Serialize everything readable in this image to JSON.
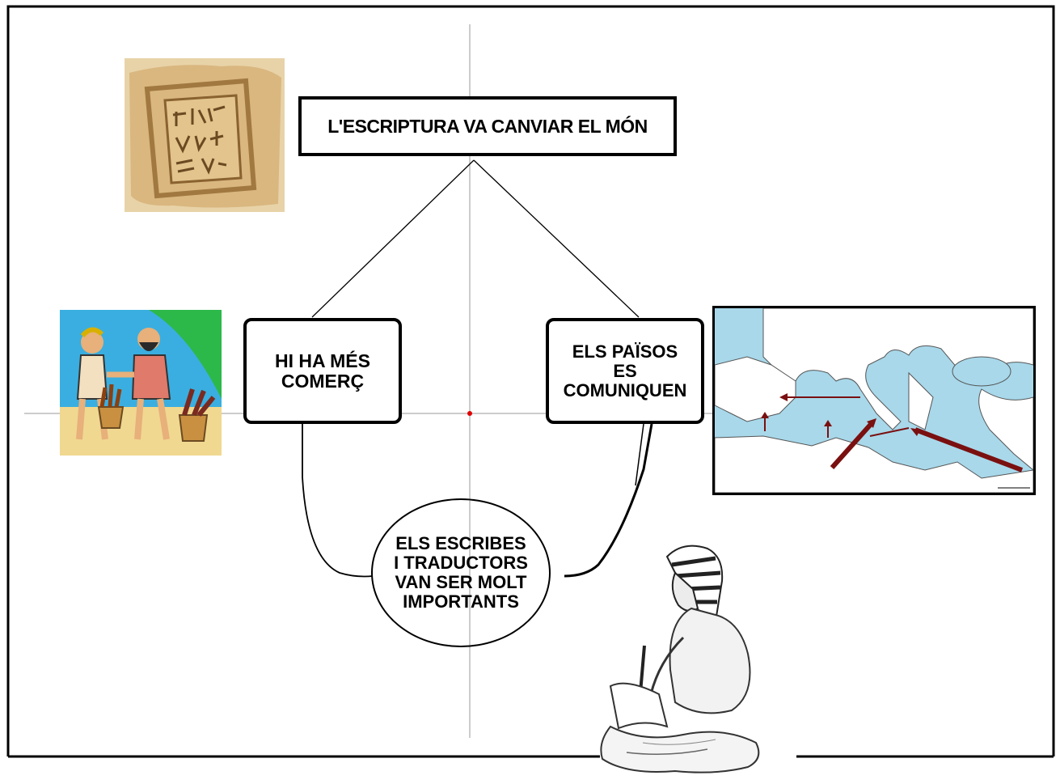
{
  "diagram": {
    "title": "L'ESCRIPTURA VA CANVIAR EL MÓN",
    "nodes": {
      "commerce": "HI HA MÉS\nCOMERÇ",
      "countries": "ELS PAÏSOS\nES\nCOMUNIQUEN",
      "scribes": "ELS ESCRIBES\nI TRADUCTORS\nVAN SER MOLT\nIMPORTANTS"
    }
  },
  "images": {
    "tablet": "clay-tablet-icon",
    "merchants": "merchants-trading-icon",
    "map": "mediterranean-map-icon",
    "scribe": "egyptian-scribe-icon"
  },
  "colors": {
    "sea": "#a8d8ea",
    "arrow": "#7a1010",
    "tablet": "#d9b77f",
    "merchant_bg_green": "#2db84a",
    "merchant_bg_sky": "#3aaee0",
    "merchant_ground": "#f0d890"
  }
}
